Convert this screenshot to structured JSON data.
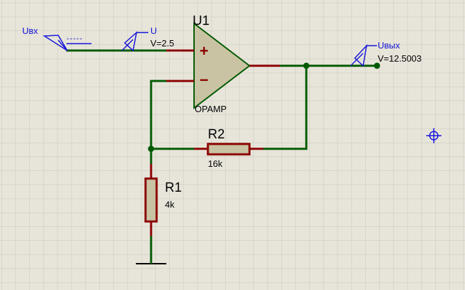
{
  "colors": {
    "background": "#e7e4da",
    "grid": "#c9c6ba",
    "wire": "#005a00",
    "component_outline": "#8b0000",
    "component_fill": "#c9c3a3",
    "probe": "#1515d8",
    "text": "#000000"
  },
  "generator": {
    "name": "Uвх",
    "symbol": "- - - - -",
    "icon": "generator-arrow-icon"
  },
  "input_probe": {
    "name": "U",
    "value": "V=2.5",
    "icon": "voltage-probe-icon"
  },
  "opamp": {
    "ref": "U1",
    "type": "OPAMP",
    "plus": "+",
    "minus": "−"
  },
  "output_probe": {
    "name": "Uвых",
    "value": "V=12.5003",
    "icon": "voltage-probe-icon"
  },
  "r2": {
    "ref": "R2",
    "value": "16k"
  },
  "r1": {
    "ref": "R1",
    "value": "4k"
  },
  "ground": {
    "icon": "ground-icon"
  },
  "marker": {
    "icon": "crosshair-origin-icon"
  }
}
